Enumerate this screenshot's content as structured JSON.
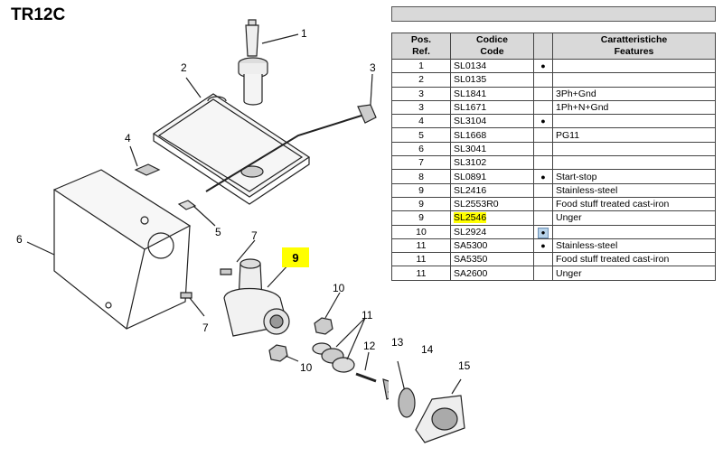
{
  "model": "TR12C",
  "callouts": [
    "1",
    "2",
    "3",
    "4",
    "5",
    "6",
    "7",
    "7",
    "9",
    "10",
    "10",
    "11",
    "12",
    "13",
    "14",
    "15"
  ],
  "table": {
    "headers": {
      "pos": [
        "Pos.",
        "Ref."
      ],
      "code": [
        "Codice",
        "Code"
      ],
      "features": [
        "Caratteristiche",
        "Features"
      ]
    },
    "rows": [
      {
        "pos": "1",
        "code": "SL0134",
        "dot": "●",
        "feature": ""
      },
      {
        "pos": "2",
        "code": "SL0135",
        "dot": "",
        "feature": ""
      },
      {
        "pos": "3",
        "code": "SL1841",
        "dot": "",
        "feature": "3Ph+Gnd"
      },
      {
        "pos": "3",
        "code": "SL1671",
        "dot": "",
        "feature": "1Ph+N+Gnd"
      },
      {
        "pos": "4",
        "code": "SL3104",
        "dot": "●",
        "feature": ""
      },
      {
        "pos": "5",
        "code": "SL1668",
        "dot": "",
        "feature": "PG11"
      },
      {
        "pos": "6",
        "code": "SL3041",
        "dot": "",
        "feature": ""
      },
      {
        "pos": "7",
        "code": "SL3102",
        "dot": "",
        "feature": ""
      },
      {
        "pos": "8",
        "code": "SL0891",
        "dot": "●",
        "feature": "Start-stop"
      },
      {
        "pos": "9",
        "code": "SL2416",
        "dot": "",
        "feature": "Stainless-steel"
      },
      {
        "pos": "9",
        "code": "SL2553R0",
        "dot": "",
        "feature": "Food stuff treated cast-iron"
      },
      {
        "pos": "9",
        "code": "SL2546",
        "dot": "",
        "feature": "Unger"
      },
      {
        "pos": "10",
        "code": "SL2924",
        "dot": "●",
        "feature": ""
      },
      {
        "pos": "11",
        "code": "SA5300",
        "dot": "●",
        "feature": "Stainless-steel"
      },
      {
        "pos": "11",
        "code": "SA5350",
        "dot": "",
        "feature": "Food stuff treated cast-iron"
      },
      {
        "pos": "11",
        "code": "SA2600",
        "dot": "",
        "feature": "Unger"
      }
    ]
  }
}
